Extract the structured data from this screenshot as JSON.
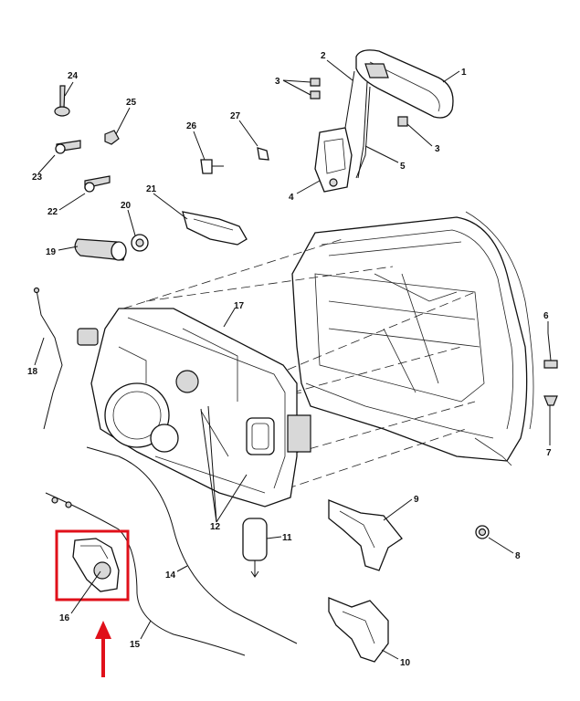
{
  "diagram": {
    "highlight_color": "#e0101a",
    "callouts": [
      {
        "id": "1",
        "text": "1"
      },
      {
        "id": "2",
        "text": "2"
      },
      {
        "id": "3a",
        "text": "3"
      },
      {
        "id": "3b",
        "text": "3"
      },
      {
        "id": "4",
        "text": "4"
      },
      {
        "id": "5",
        "text": "5"
      },
      {
        "id": "6",
        "text": "6"
      },
      {
        "id": "7",
        "text": "7"
      },
      {
        "id": "8",
        "text": "8"
      },
      {
        "id": "9",
        "text": "9"
      },
      {
        "id": "10",
        "text": "10"
      },
      {
        "id": "11",
        "text": "11"
      },
      {
        "id": "12",
        "text": "12"
      },
      {
        "id": "14",
        "text": "14"
      },
      {
        "id": "15",
        "text": "15"
      },
      {
        "id": "16",
        "text": "16"
      },
      {
        "id": "17",
        "text": "17"
      },
      {
        "id": "18",
        "text": "18"
      },
      {
        "id": "19",
        "text": "19"
      },
      {
        "id": "20",
        "text": "20"
      },
      {
        "id": "21",
        "text": "21"
      },
      {
        "id": "22",
        "text": "22"
      },
      {
        "id": "23",
        "text": "23"
      },
      {
        "id": "24",
        "text": "24"
      },
      {
        "id": "25",
        "text": "25"
      },
      {
        "id": "26",
        "text": "26"
      },
      {
        "id": "27",
        "text": "27"
      }
    ]
  }
}
